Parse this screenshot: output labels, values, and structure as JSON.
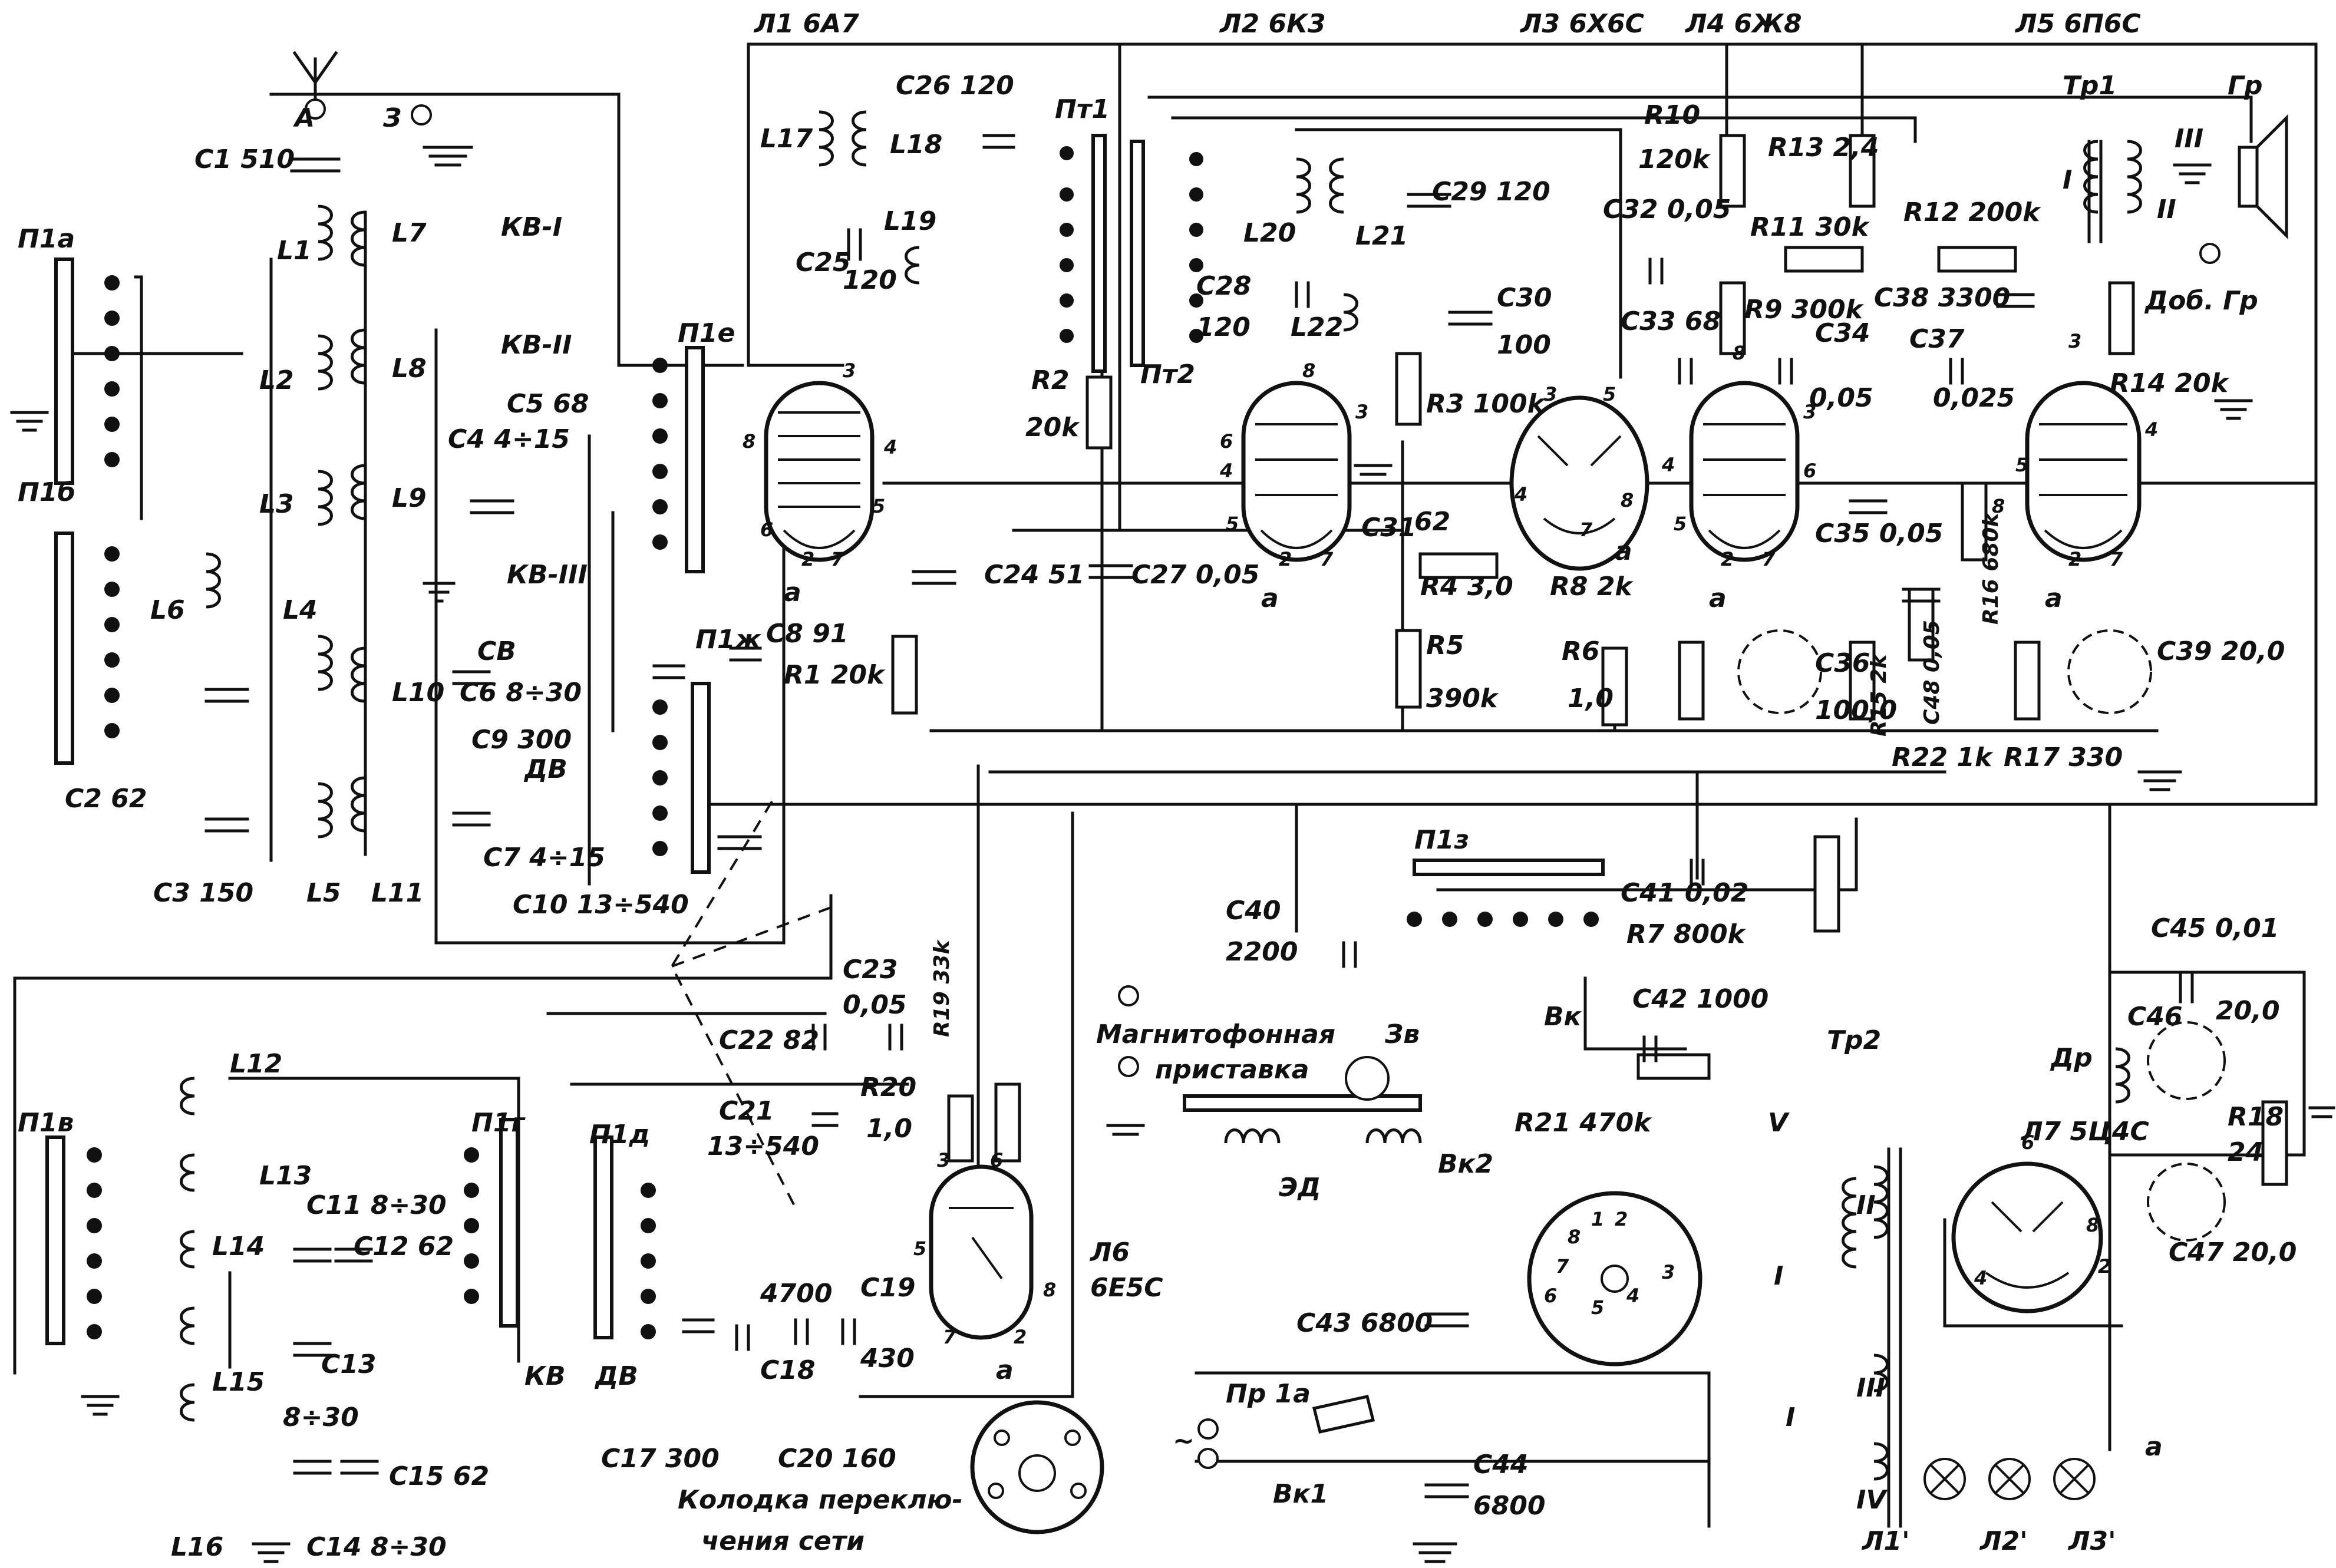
{
  "tubes": {
    "l1": "Л1 6А7",
    "l2": "Л2 6К3",
    "l3": "Л3 6Х6С",
    "l4": "Л4 6Ж8",
    "l5": "Л5 6П6С",
    "l6a": "Л6",
    "l6b": "6Е5С",
    "l7": "Л7 5Ц4С"
  },
  "switches": {
    "p1a": "П1а",
    "p1b": "П1б",
    "p1v": "П1в",
    "p1g": "П1г",
    "p1d": "П1д",
    "p1e": "П1е",
    "p1zh": "П1ж",
    "p1z": "П1з",
    "pm1": "Пт1",
    "pm2": "Пт2",
    "vk": "Вк",
    "vk1": "Вк1",
    "vk2": "Вк2",
    "pr": "Пр 1а"
  },
  "bands": {
    "kv1": "КВ-I",
    "kv2": "КВ-II",
    "kv3": "КВ-III",
    "sv": "СВ",
    "dv": "ДВ",
    "kv": "КВ",
    "dv2": "ДВ"
  },
  "antenna": {
    "a": "А",
    "z": "З"
  },
  "coils": {
    "l1": "L1",
    "l2": "L2",
    "l3": "L3",
    "l4": "L4",
    "l5": "L5",
    "l6": "L6",
    "l7": "L7",
    "l8": "L8",
    "l9": "L9",
    "l10": "L10",
    "l11": "L11",
    "l12": "L12",
    "l13": "L13",
    "l14": "L14",
    "l15": "L15",
    "l16": "L16",
    "l17": "L17",
    "l18": "L18",
    "l19": "L19",
    "l20": "L20",
    "l21": "L21",
    "l22": "L22"
  },
  "capacitors": {
    "c1": "С1 510",
    "c2": "С2 62",
    "c3": "С3 150",
    "c4": "С4 4÷15",
    "c5": "С5 68",
    "c6": "С6 8÷30",
    "c7": "С7 4÷15",
    "c8": "С8 91",
    "c9": "С9 300",
    "c10": "С10 13÷540",
    "c11": "С11 8÷30",
    "c12": "С12 62",
    "c13": "С13",
    "c13v": "8÷30",
    "c14": "С14 8÷30",
    "c15": "С15 62",
    "c17": "С17 300",
    "c18": "С18",
    "c18v": "4700",
    "c19": "С19",
    "c19v": "430",
    "c20": "С20 160",
    "c21": "С21",
    "c21v": "13÷540",
    "c22": "С22 82",
    "c23": "С23",
    "c23v": "0,05",
    "c24": "С24 51",
    "c25": "С25",
    "c25v": "120",
    "c26": "С26 120",
    "c27": "С27 0,05",
    "c28": "С28",
    "c28v": "120",
    "c29": "С29 120",
    "c30": "С30",
    "c30v": "100",
    "c31": "С31",
    "c31v": "62",
    "c32": "С32 0,05",
    "c33": "С33 68",
    "c34": "С34",
    "c34v": "0,05",
    "c35": "С35 0,05",
    "c36": "С36",
    "c36v": "100,0",
    "c37": "С37",
    "c37v": "0,025",
    "c38": "С38 3300",
    "c39": "С39 20,0",
    "c40": "С40",
    "c40v": "2200",
    "c41": "С41 0,02",
    "c42": "С42 1000",
    "c43": "С43 6800",
    "c44": "С44",
    "c44v": "6800",
    "c45": "С45 0,01",
    "c46": "С46",
    "c46v": "20,0",
    "c47": "С47 20,0",
    "c48": "С48 0,05"
  },
  "resistors": {
    "r1": "R1 20k",
    "r2": "R2",
    "r2v": "20k",
    "r3": "R3 100k",
    "r4": "R4 3,0",
    "r5": "R5",
    "r5v": "390k",
    "r6": "R6",
    "r6v": "1,0",
    "r7": "R7 800k",
    "r8": "R8 2k",
    "r9": "R9 300k",
    "r10": "R10",
    "r10v": "120k",
    "r11": "R11 30k",
    "r12": "R12 200k",
    "r13": "R13 2,4",
    "r14": "R14 20k",
    "r15": "R15 2k",
    "r16": "R16 680k",
    "r17": "R17 330",
    "r18": "R18",
    "r18v": "24",
    "r19": "R19 33k",
    "r20": "R20",
    "r20v": "1,0",
    "r21": "R21 470k",
    "r22": "R22 1k"
  },
  "misc": {
    "tr1": "Тр1",
    "tr2": "Тр2",
    "gr": "Гр",
    "dobgr": "Доб. Гр",
    "dr": "Др",
    "zv": "Зв",
    "ed": "ЭД",
    "tape1": "Магнитофонная",
    "tape2": "приставка",
    "socket1": "Колодка переклю-",
    "socket2": "чения сети",
    "w1": "I",
    "w2": "II",
    "w3": "III",
    "w4": "IV",
    "w5": "V",
    "a": "а",
    "tilde": "~",
    "lamp1": "Л1'",
    "lamp2": "Л2'",
    "lamp3": "Л3'"
  }
}
